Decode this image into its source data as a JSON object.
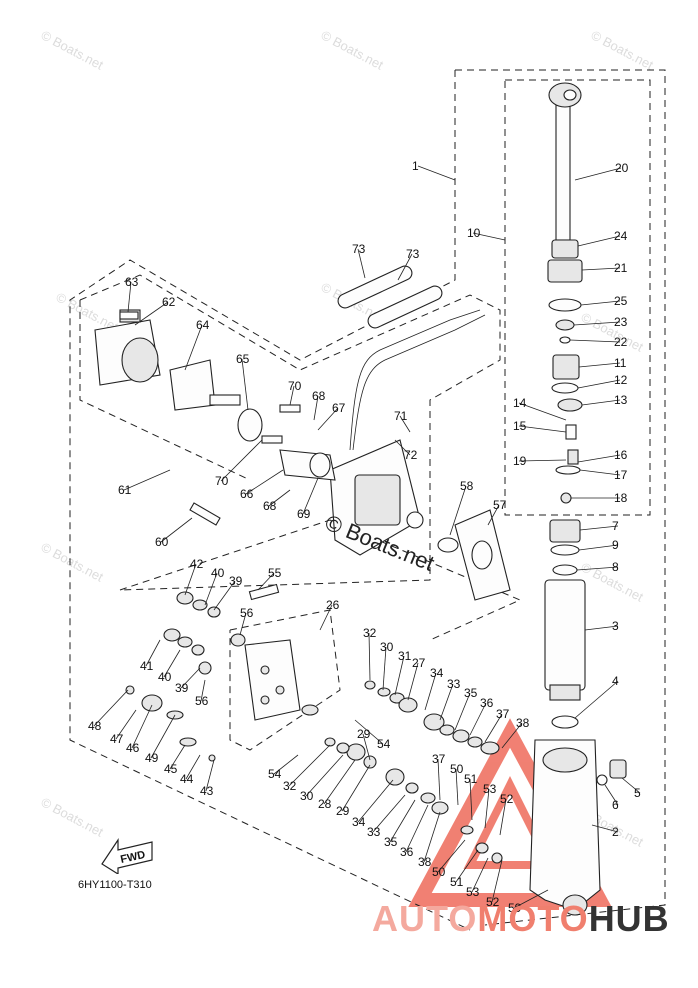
{
  "diagram_code": "6HY1100-T310",
  "watermark": "© Boats.net",
  "center_watermark": "© Boats.net",
  "brand": {
    "part1": "AUTO",
    "part2": "MOTO",
    "part3": "HUB"
  },
  "fwd_label": "FWD",
  "callouts": [
    "1",
    "2",
    "3",
    "4",
    "5",
    "6",
    "7",
    "8",
    "9",
    "10",
    "11",
    "12",
    "13",
    "14",
    "15",
    "16",
    "17",
    "18",
    "19",
    "20",
    "21",
    "22",
    "23",
    "24",
    "25",
    "26",
    "27",
    "28",
    "29",
    "30",
    "31",
    "32",
    "33",
    "34",
    "35",
    "36",
    "37",
    "38",
    "39",
    "40",
    "41",
    "42",
    "43",
    "44",
    "45",
    "46",
    "47",
    "48",
    "49",
    "50",
    "51",
    "52",
    "53",
    "54",
    "55",
    "56",
    "57",
    "58",
    "59",
    "60",
    "61",
    "62",
    "63",
    "64",
    "65",
    "66",
    "67",
    "68",
    "69",
    "70",
    "71",
    "72",
    "73"
  ]
}
